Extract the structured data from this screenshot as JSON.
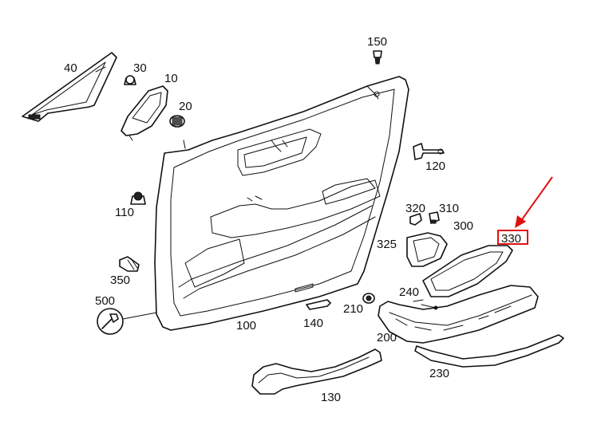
{
  "diagram": {
    "part_numbers": {
      "p10": "10",
      "p20": "20",
      "p30": "30",
      "p40": "40",
      "p100": "100",
      "p110": "110",
      "p120": "120",
      "p130": "130",
      "p140": "140",
      "p150": "150",
      "p200": "200",
      "p210": "210",
      "p230": "230",
      "p240": "240",
      "p300": "300",
      "p310": "310",
      "p320": "320",
      "p325": "325",
      "p330": "330",
      "p350": "350",
      "p500": "500"
    },
    "highlighted_part": "330",
    "highlight_color": "#e01010",
    "line_color": "#111111",
    "icons": [
      "wrench-icon"
    ]
  }
}
